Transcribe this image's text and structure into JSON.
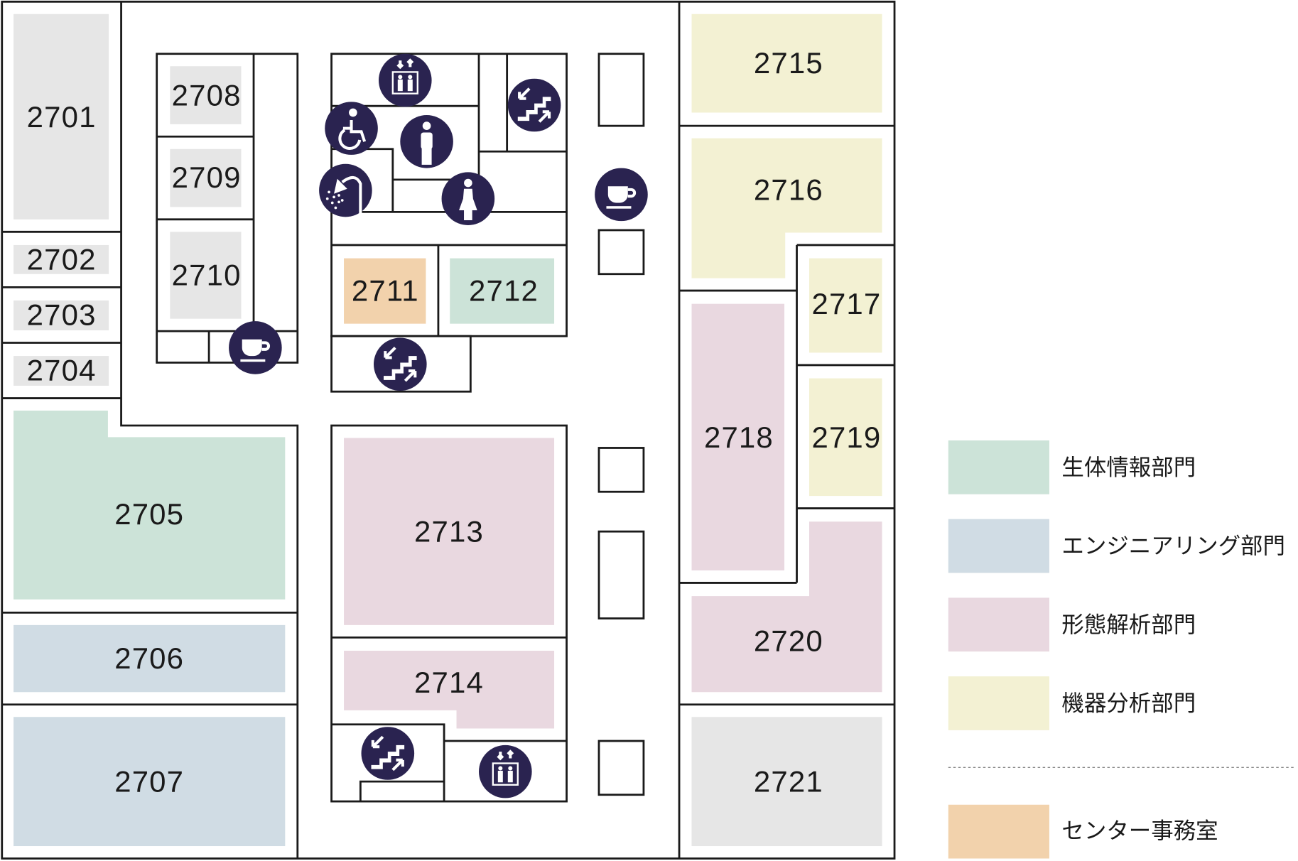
{
  "colors": {
    "bio_info": "#cce3d8",
    "engineering": "#d0dce4",
    "morphology": "#e9d8e0",
    "instrument": "#f3f1d3",
    "office": "#f2d2ac",
    "other": "#e6e6e6",
    "icon": "#2a2350"
  },
  "rooms": {
    "r2701": "2701",
    "r2702": "2702",
    "r2703": "2703",
    "r2704": "2704",
    "r2705": "2705",
    "r2706": "2706",
    "r2707": "2707",
    "r2708": "2708",
    "r2709": "2709",
    "r2710": "2710",
    "r2711": "2711",
    "r2712": "2712",
    "r2713": "2713",
    "r2714": "2714",
    "r2715": "2715",
    "r2716": "2716",
    "r2717": "2717",
    "r2718": "2718",
    "r2719": "2719",
    "r2720": "2720",
    "r2721": "2721"
  },
  "legend": [
    {
      "label": "生体情報部門",
      "color": "#cce3d8"
    },
    {
      "label": "エンジニアリング部門",
      "color": "#d0dce4"
    },
    {
      "label": "形態解析部門",
      "color": "#e9d8e0"
    },
    {
      "label": "機器分析部門",
      "color": "#f3f1d3"
    },
    {
      "label": "センター事務室",
      "color": "#f2d2ac"
    }
  ],
  "icons": [
    "elevator-icon",
    "stairs-icon",
    "wheelchair-restroom-icon",
    "mens-restroom-icon",
    "womens-restroom-icon",
    "shower-icon",
    "cafe-icon"
  ]
}
